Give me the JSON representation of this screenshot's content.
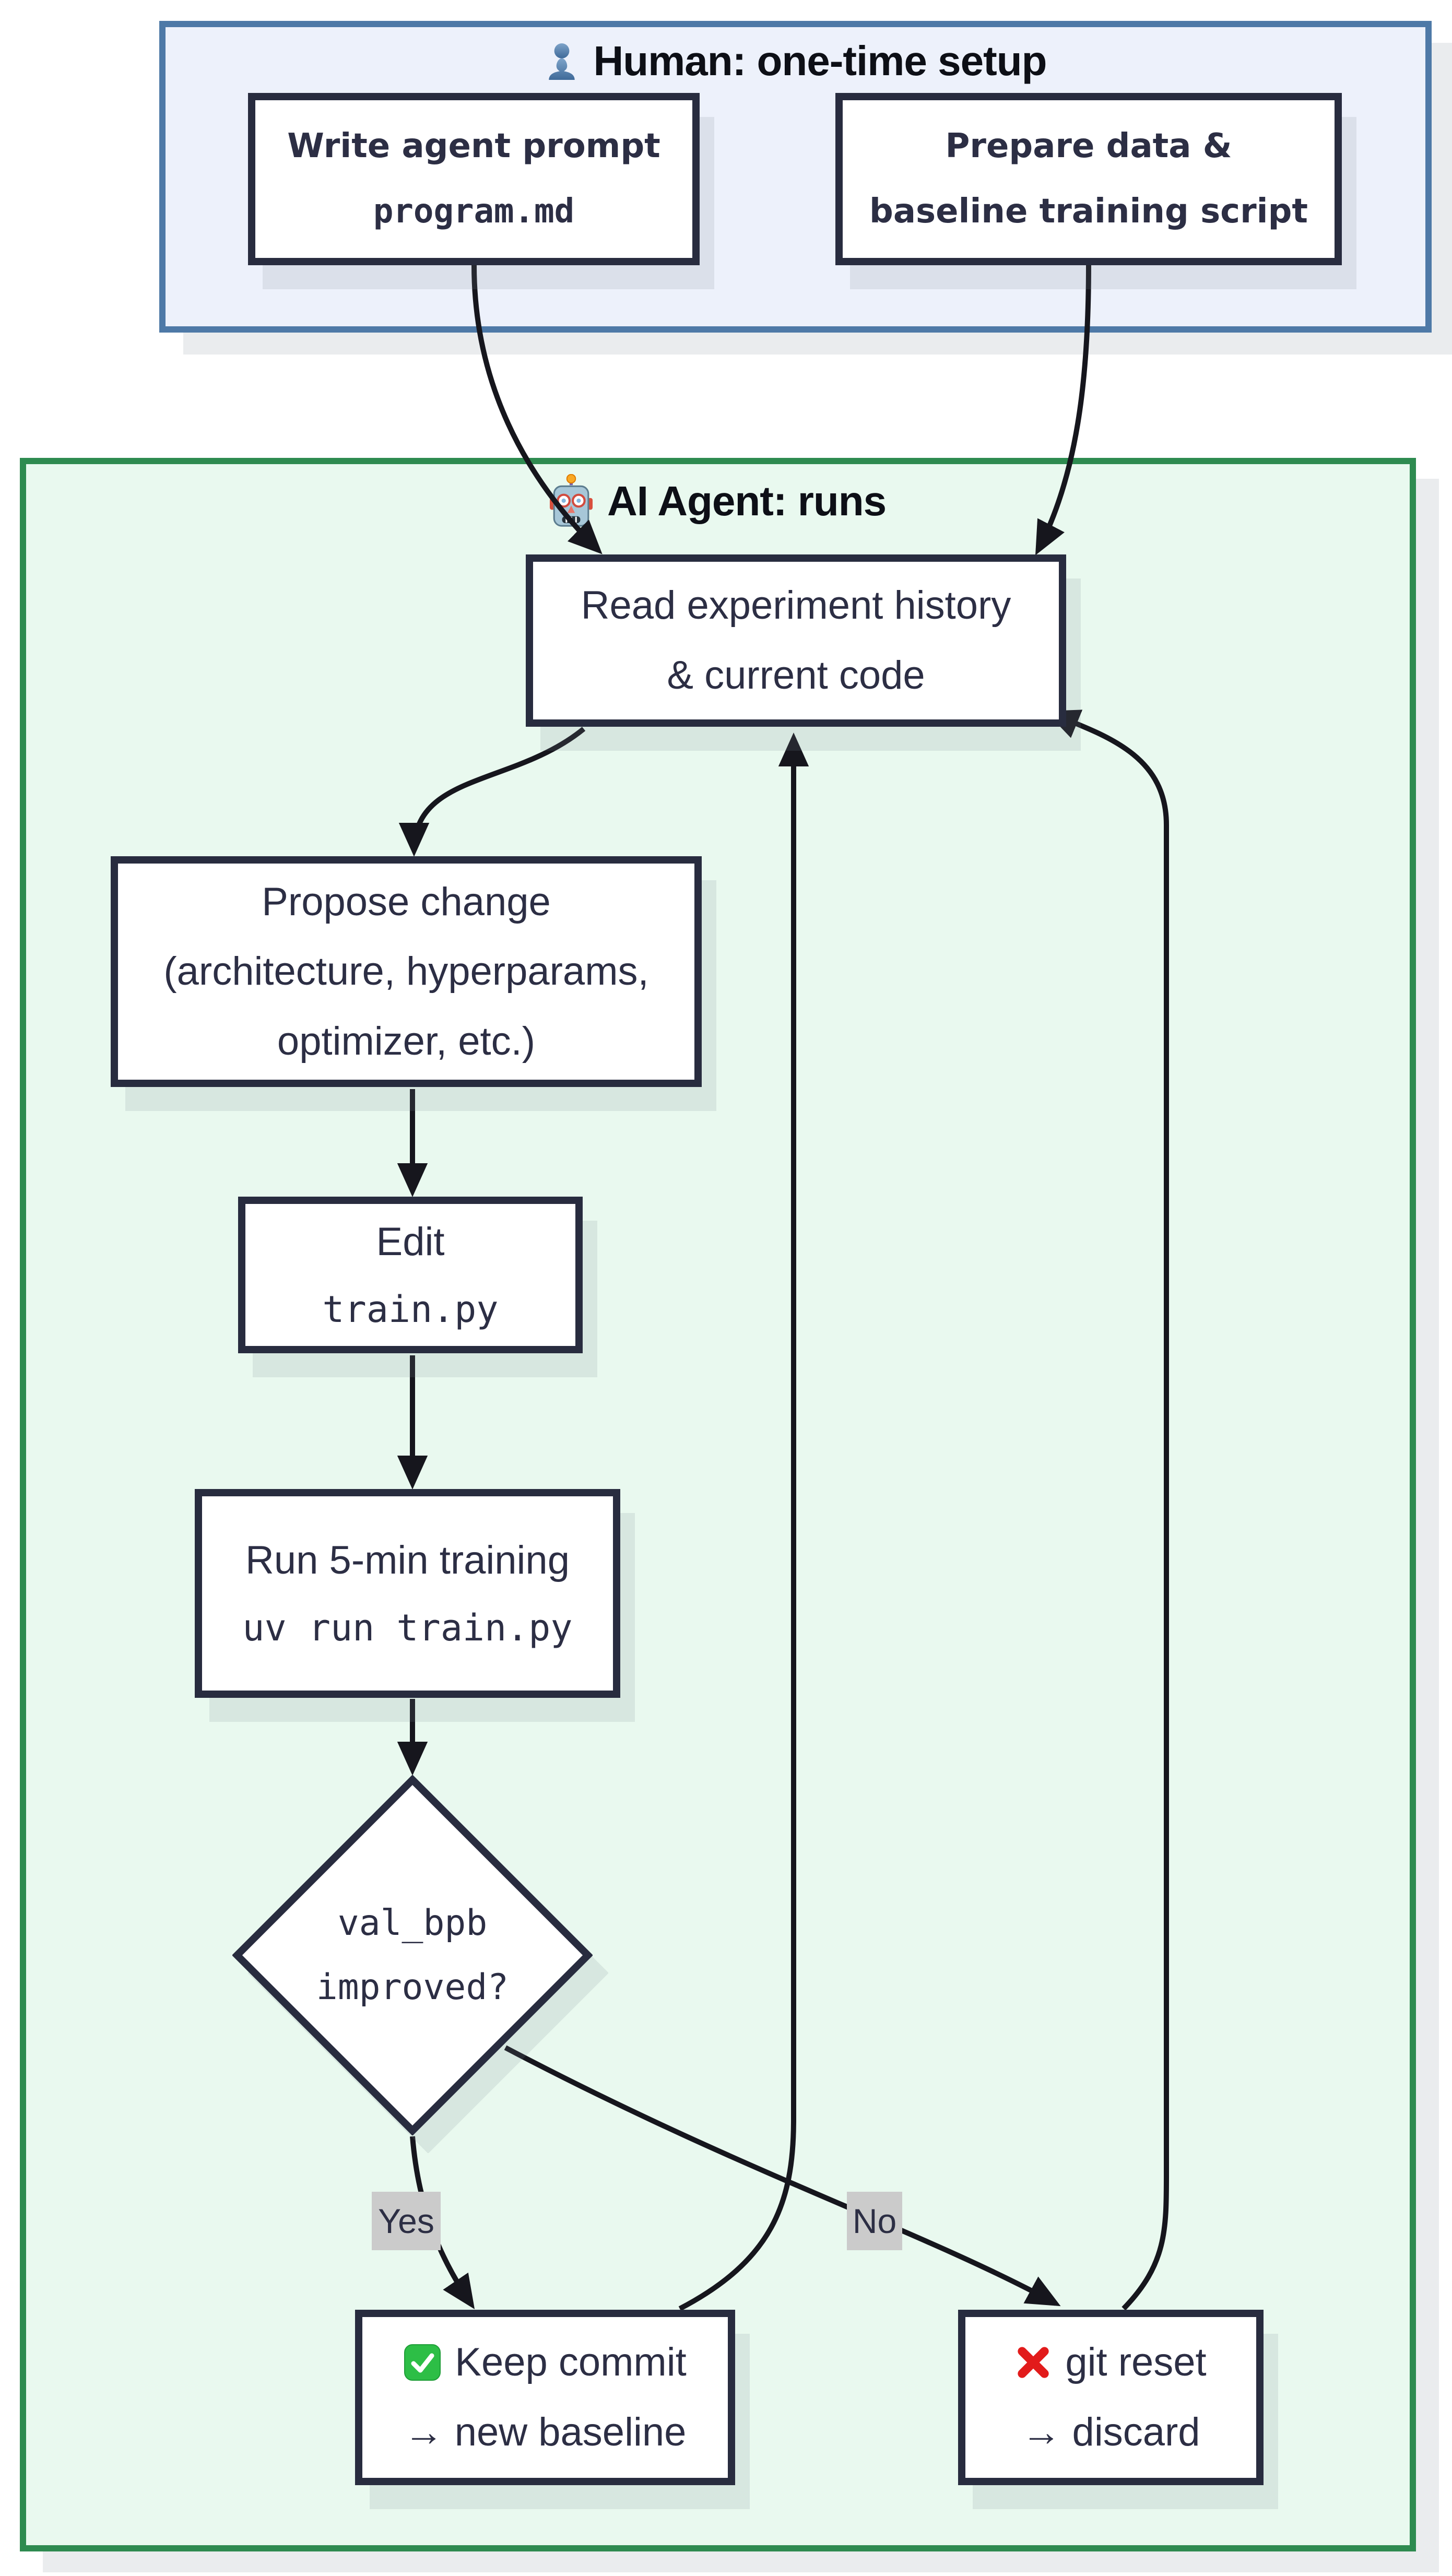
{
  "diagram_title": "Agentic training loop flowchart",
  "human_section": {
    "label": "Human: one-time setup",
    "icon": "person-icon",
    "nodes": {
      "write_prompt": {
        "line1": "Write agent prompt",
        "line2": "program.md"
      },
      "prepare_data": {
        "line1": "Prepare data &",
        "line2": "baseline training script"
      }
    }
  },
  "agent_section": {
    "label": "AI Agent: runs",
    "icon": "robot-icon",
    "nodes": {
      "read_history": {
        "line1": "Read experiment history",
        "line2": "& current code"
      },
      "propose_change": {
        "line1": "Propose change",
        "line2": "(architecture, hyperparams,",
        "line3": "optimizer, etc.)"
      },
      "edit_train": {
        "line1": "Edit",
        "line2": "train.py"
      },
      "run_training": {
        "line1": "Run 5-min training",
        "line2": "uv run train.py"
      },
      "decision": {
        "line1": "val_bpb",
        "line2": "improved?"
      },
      "keep_commit": {
        "icon": "check-mark-icon",
        "line1": "Keep commit",
        "line2": "→ new baseline"
      },
      "git_reset": {
        "icon": "cross-mark-icon",
        "line1": "git reset",
        "line2": "→ discard"
      }
    },
    "edge_labels": {
      "yes": "Yes",
      "no": "No"
    }
  },
  "colors": {
    "human_border": "#4e79a7",
    "human_fill": "#edf1fb",
    "agent_border": "#2e8b50",
    "agent_fill": "#e9f9ef",
    "node_border": "#282c3f",
    "node_fill": "#ffffff",
    "text": "#2c2e44",
    "header_text": "#0d0f16",
    "edge": "#16161d",
    "edge_label_bg": "#cbcbcb",
    "check_green": "#2dbe46",
    "cross_red": "#e21b1b",
    "person_blue": "#5b87b5",
    "robot_head": "#a7c7d8",
    "shadow": "rgba(125,138,148,0.16)"
  }
}
